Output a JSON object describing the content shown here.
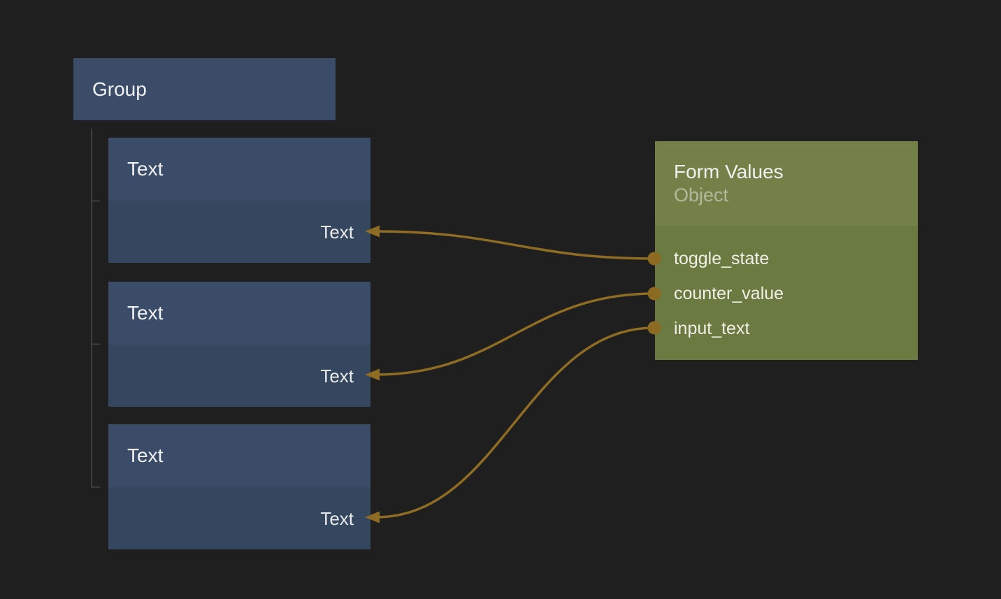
{
  "graph": {
    "group_node": {
      "title": "Group"
    },
    "text_nodes": [
      {
        "title": "Text",
        "input_port": "Text"
      },
      {
        "title": "Text",
        "input_port": "Text"
      },
      {
        "title": "Text",
        "input_port": "Text"
      }
    ],
    "form_values_node": {
      "title": "Form Values",
      "subtitle": "Object",
      "output_ports": [
        "toggle_state",
        "counter_value",
        "input_text"
      ]
    },
    "connections": [
      {
        "from_port": "toggle_state",
        "to_node": "Text 1",
        "to_port": "Text"
      },
      {
        "from_port": "counter_value",
        "to_node": "Text 2",
        "to_port": "Text"
      },
      {
        "from_port": "input_text",
        "to_node": "Text 3",
        "to_port": "Text"
      }
    ],
    "colors": {
      "background": "#1f1f1f",
      "node_header_blue": "#3b4c68",
      "node_body_blue": "#35465f",
      "node_header_green": "#738149",
      "node_body_green": "#6b7a41",
      "wire": "#8e6c24",
      "tree_line": "#3d3d3d",
      "title_text": "#f1f1f1",
      "subtitle_text": "rgba(255,255,255,0.45)"
    }
  }
}
